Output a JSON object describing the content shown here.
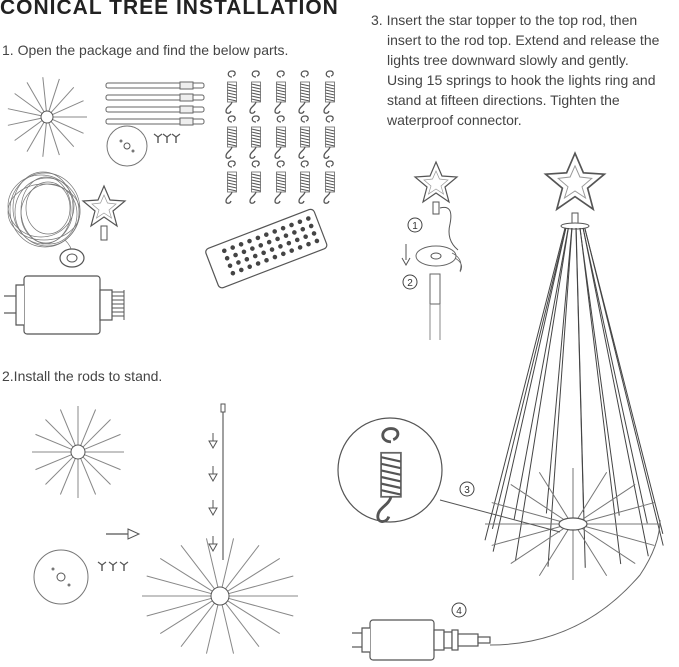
{
  "title": "CONICAL TREE INSTALLATION",
  "steps": {
    "step1": "1. Open the package and find the below parts.",
    "step2": "2.Install the rods to stand.",
    "step3_lines": [
      "3. Insert the star topper to the top rod, then",
      "insert to the rod top. Extend and release the",
      "lights tree downward slowly and gently.",
      "Using 15 springs to hook the lights ring and",
      "stand at fifteen directions. Tighten the",
      "waterproof connector."
    ]
  },
  "callouts": [
    "1",
    "2",
    "3",
    "4"
  ],
  "parts": {
    "springs_count": 15,
    "rods_count": 4,
    "screws_count": 3
  },
  "colors": {
    "line": "#555555",
    "light": "#999999",
    "text": "#333333"
  },
  "icons": [
    "star-topper-icon",
    "spring-hook-icon",
    "plug-adapter-icon",
    "remote-control-icon",
    "down-arrow-icon",
    "right-arrow-icon"
  ]
}
